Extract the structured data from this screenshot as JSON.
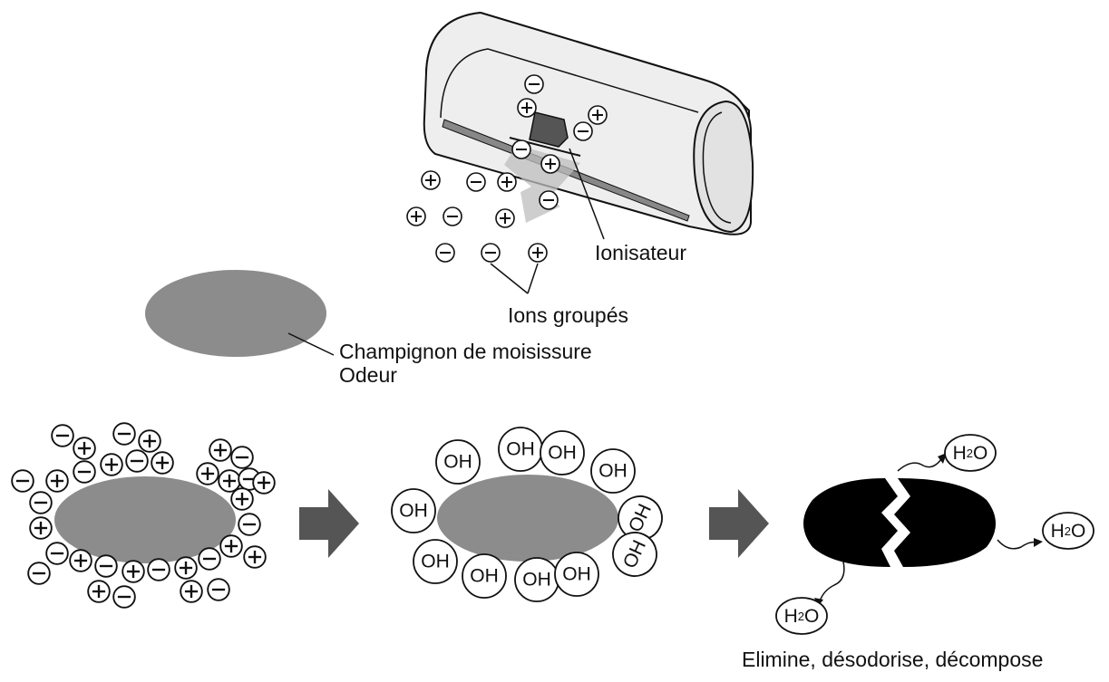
{
  "labels": {
    "ionisateur": "Ionisateur",
    "ions_groupes": "Ions groupés",
    "champignon": "Champignon de moisissure",
    "odeur": "Odeur",
    "result": "Elimine, désodorise, décompose"
  },
  "molecules": {
    "oh": "OH",
    "h2o_h": "H",
    "h2o_sub": "2",
    "h2o_o": "O"
  },
  "icons": {
    "ion_positive": "plus-ion-icon",
    "ion_negative": "minus-ion-icon",
    "process_arrow": "right-arrow-icon"
  },
  "colors": {
    "mold": "#8c8c8c",
    "arrow": "#555555",
    "decomposed_mold": "#000000",
    "appliance_body": "#eeeeee"
  }
}
